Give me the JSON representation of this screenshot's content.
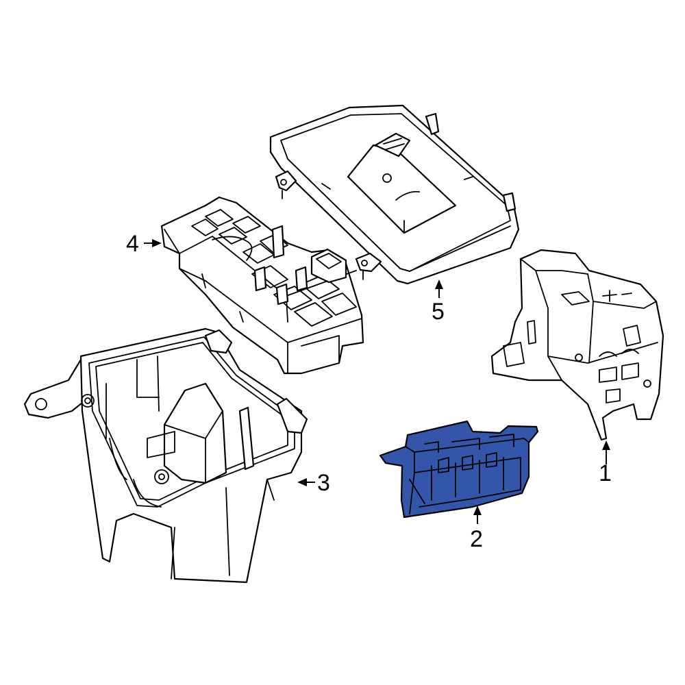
{
  "diagram": {
    "highlight_color": "#3355aa",
    "line_color": "#000000",
    "background": "#ffffff",
    "callouts": [
      {
        "label": "1"
      },
      {
        "label": "2"
      },
      {
        "label": "3"
      },
      {
        "label": "4"
      },
      {
        "label": "5"
      }
    ]
  }
}
